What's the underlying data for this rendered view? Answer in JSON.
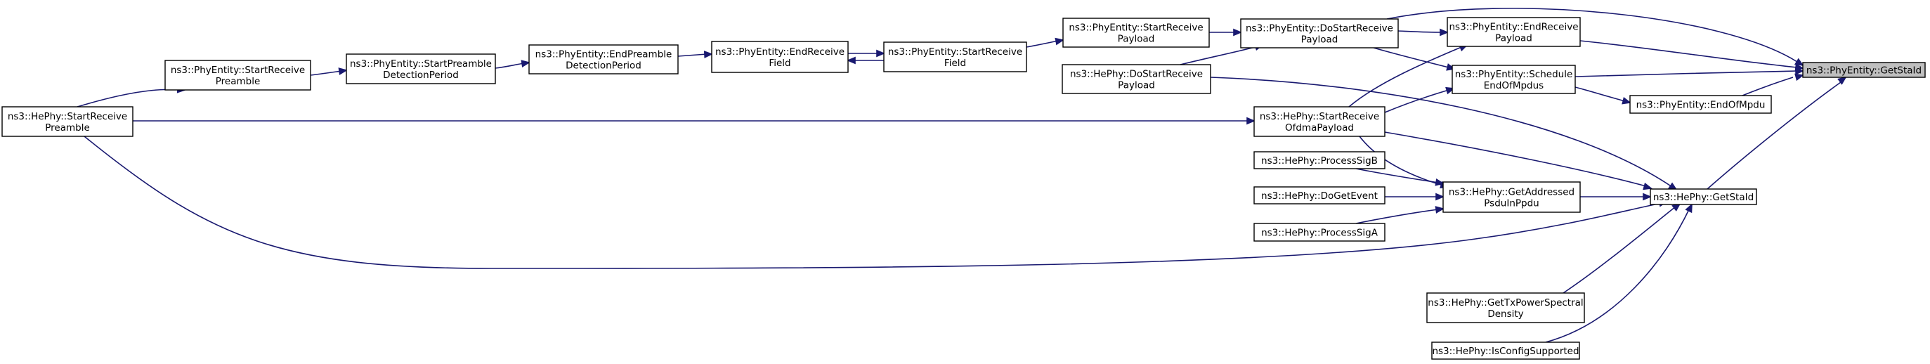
{
  "colors": {
    "edge": "#191970",
    "root_fill": "#bfbfbf",
    "node_fill": "#ffffff",
    "node_stroke": "#000000"
  },
  "nodes": {
    "getstaid": {
      "label": [
        "ns3::PhyEntity::GetStaId"
      ],
      "root": true
    },
    "he_getstaid": {
      "label": [
        "ns3::HePhy::GetStaId"
      ]
    },
    "pe_endreceivepayload": {
      "label": [
        "ns3::PhyEntity::EndReceive",
        "Payload"
      ]
    },
    "pe_scheduleendofmpdus": {
      "label": [
        "ns3::PhyEntity::Schedule",
        "EndOfMpdus"
      ]
    },
    "pe_endofmpdu": {
      "label": [
        "ns3::PhyEntity::EndOfMpdu"
      ]
    },
    "pe_dostartreceivepayload": {
      "label": [
        "ns3::PhyEntity::DoStartReceive",
        "Payload"
      ]
    },
    "he_startreceiveofdmapayload": {
      "label": [
        "ns3::HePhy::StartReceive",
        "OfdmaPayload"
      ]
    },
    "he_getaddressedpsduinppdu": {
      "label": [
        "ns3::HePhy::GetAddressed",
        "PsduInPpdu"
      ]
    },
    "he_dostartreceivepayload": {
      "label": [
        "ns3::HePhy::DoStartReceive",
        "Payload"
      ]
    },
    "pe_startreceivepayload": {
      "label": [
        "ns3::PhyEntity::StartReceive",
        "Payload"
      ]
    },
    "pe_startreceivefield": {
      "label": [
        "ns3::PhyEntity::StartReceive",
        "Field"
      ]
    },
    "pe_endreceivefield": {
      "label": [
        "ns3::PhyEntity::EndReceive",
        "Field"
      ]
    },
    "pe_endpreambledetectionperiod": {
      "label": [
        "ns3::PhyEntity::EndPreamble",
        "DetectionPeriod"
      ]
    },
    "pe_startpreambledetectionperiod": {
      "label": [
        "ns3::PhyEntity::StartPreamble",
        "DetectionPeriod"
      ]
    },
    "pe_startreceivepreamble": {
      "label": [
        "ns3::PhyEntity::StartReceive",
        "Preamble"
      ]
    },
    "he_startreceivepreamble": {
      "label": [
        "ns3::HePhy::StartReceive",
        "Preamble"
      ]
    },
    "he_processsigb": {
      "label": [
        "ns3::HePhy::ProcessSigB"
      ]
    },
    "he_dogetevent": {
      "label": [
        "ns3::HePhy::DoGetEvent"
      ]
    },
    "he_processsiga": {
      "label": [
        "ns3::HePhy::ProcessSigA"
      ]
    },
    "he_gettxpowerspectraldensity": {
      "label": [
        "ns3::HePhy::GetTxPowerSpectral",
        "Density"
      ]
    },
    "he_isconfigsupported": {
      "label": [
        "ns3::HePhy::IsConfigSupported"
      ]
    }
  },
  "edges": [
    {
      "from": "pe_dostartreceivepayload",
      "to": "getstaid"
    },
    {
      "from": "pe_endreceivepayload",
      "to": "getstaid"
    },
    {
      "from": "pe_scheduleendofmpdus",
      "to": "getstaid"
    },
    {
      "from": "pe_endofmpdu",
      "to": "getstaid"
    },
    {
      "from": "he_getstaid",
      "to": "getstaid"
    },
    {
      "from": "pe_dostartreceivepayload",
      "to": "pe_endreceivepayload"
    },
    {
      "from": "pe_dostartreceivepayload",
      "to": "pe_scheduleendofmpdus"
    },
    {
      "from": "pe_scheduleendofmpdus",
      "to": "pe_endofmpdu"
    },
    {
      "from": "he_startreceiveofdmapayload",
      "to": "pe_endreceivepayload"
    },
    {
      "from": "he_startreceiveofdmapayload",
      "to": "pe_scheduleendofmpdus"
    },
    {
      "from": "he_dostartreceivepayload",
      "to": "he_getstaid"
    },
    {
      "from": "he_startreceiveofdmapayload",
      "to": "he_getstaid"
    },
    {
      "from": "he_getaddressedpsduinppdu",
      "to": "he_getstaid"
    },
    {
      "from": "he_startreceivepreamble",
      "to": "he_getstaid"
    },
    {
      "from": "he_gettxpowerspectraldensity",
      "to": "he_getstaid"
    },
    {
      "from": "he_isconfigsupported",
      "to": "he_getstaid"
    },
    {
      "from": "he_startreceiveofdmapayload",
      "to": "he_getaddressedpsduinppdu"
    },
    {
      "from": "he_processsigb",
      "to": "he_getaddressedpsduinppdu"
    },
    {
      "from": "he_dogetevent",
      "to": "he_getaddressedpsduinppdu"
    },
    {
      "from": "he_processsiga",
      "to": "he_getaddressedpsduinppdu"
    },
    {
      "from": "he_dostartreceivepayload",
      "to": "pe_dostartreceivepayload"
    },
    {
      "from": "pe_startreceivepayload",
      "to": "pe_dostartreceivepayload"
    },
    {
      "from": "pe_startreceivefield",
      "to": "pe_startreceivepayload"
    },
    {
      "from": "pe_startreceivefield",
      "to": "pe_endreceivefield"
    },
    {
      "from": "pe_endreceivefield",
      "to": "pe_startreceivefield"
    },
    {
      "from": "pe_endpreambledetectionperiod",
      "to": "pe_endreceivefield"
    },
    {
      "from": "pe_startpreambledetectionperiod",
      "to": "pe_endpreambledetectionperiod"
    },
    {
      "from": "pe_startreceivepreamble",
      "to": "pe_startpreambledetectionperiod"
    },
    {
      "from": "he_startreceivepreamble",
      "to": "pe_startreceivepreamble"
    },
    {
      "from": "he_startreceivepreamble",
      "to": "he_startreceiveofdmapayload"
    }
  ]
}
